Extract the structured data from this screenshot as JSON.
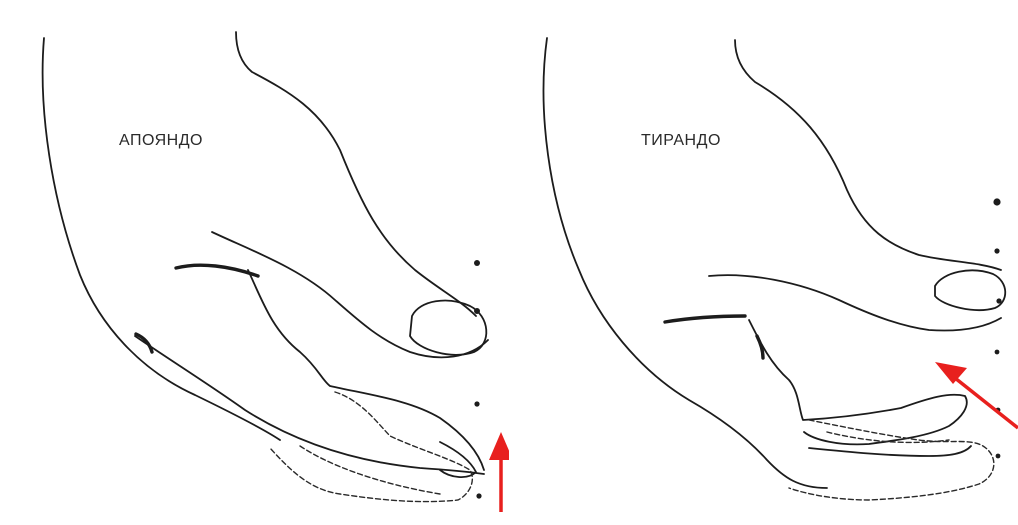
{
  "panels": [
    {
      "label": "АПОЯНДО",
      "arrow_color": "#e8201e",
      "dot_count": 4
    },
    {
      "label": "ТИРАНДО",
      "arrow_color": "#e8201e",
      "dot_count": 6
    }
  ]
}
